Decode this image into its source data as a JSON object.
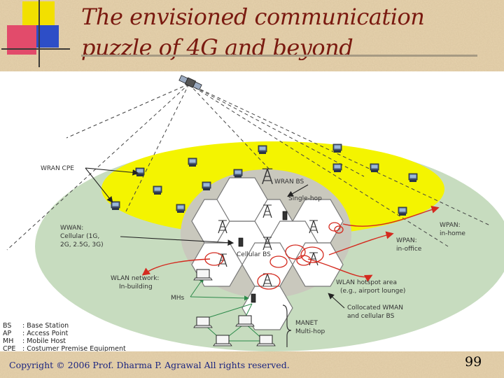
{
  "slide": {
    "title_line1": "The envisioned communication",
    "title_line2": "puzzle of 4G and beyond",
    "copyright": "Copyright © 2006 Prof. Dharma P. Agrawal All rights reserved.",
    "page_number": "99"
  },
  "diagram": {
    "labels": {
      "wran_cpe": "WRAN CPE",
      "wran_bs": "WRAN BS",
      "single_hop": "Single-hop",
      "wwan_1": "WWAN:",
      "wwan_2": "Cellular (1G,",
      "wwan_3": "2G, 2.5G, 3G)",
      "cellular_bs": "Cellular BS",
      "wpan_1": "WPAN:",
      "wpan_2": "in-home",
      "wpan_office_1": "WPAN:",
      "wpan_office_2": "in-office",
      "wlan_net_1": "WLAN network:",
      "wlan_net_2": "In-building",
      "mhs": "MHs",
      "hotspot_1": "WLAN hotspot area",
      "hotspot_2": "(e.g., airport lounge)",
      "collocated_1": "Collocated WMAN",
      "collocated_2": "and cellular BS",
      "manet_1": "MANET",
      "manet_2": "Multi-hop"
    },
    "legend": [
      {
        "abbr": "BS",
        "text": ": Base Station"
      },
      {
        "abbr": "AP",
        "text": ": Access Point"
      },
      {
        "abbr": "MH",
        "text": ": Mobile Host"
      },
      {
        "abbr": "CPE",
        "text": ": Costumer Premise Equipment"
      }
    ]
  },
  "colors": {
    "title": "#7a1a10",
    "background": "#e6d2ad",
    "yellow_area": "#f4f400",
    "green_area": "#c7dcbf",
    "red_arrow": "#d42a1f",
    "copyright": "#1b2580"
  }
}
